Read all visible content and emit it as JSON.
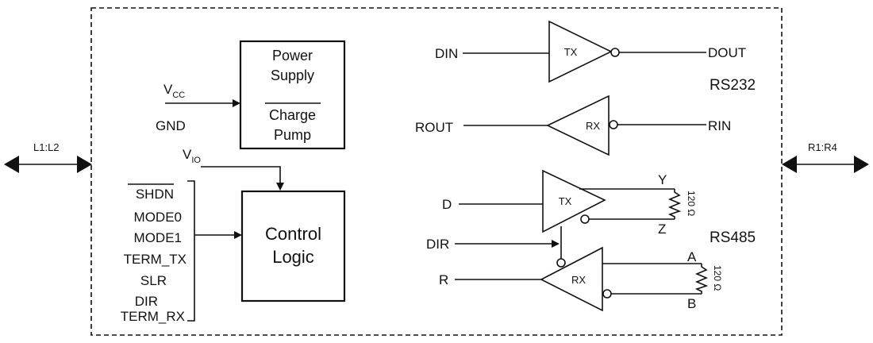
{
  "left_port": "L1:L2",
  "right_port": "R1:R4",
  "power": {
    "line1": "Power",
    "line2": "Supply",
    "line3": "Charge",
    "line4": "Pump",
    "vcc": "V",
    "vcc_sub": "CC",
    "gnd": "GND"
  },
  "control": {
    "vio": "V",
    "vio_sub": "IO",
    "line1": "Control",
    "line2": "Logic",
    "inputs": [
      "SHDN",
      "MODE0",
      "MODE1",
      "TERM_TX",
      "SLR",
      "DIR",
      "TERM_RX"
    ]
  },
  "rs232": {
    "label": "RS232",
    "tx": "TX",
    "rx": "RX",
    "din": "DIN",
    "dout": "DOUT",
    "rout": "ROUT",
    "rin": "RIN"
  },
  "rs485": {
    "label": "RS485",
    "tx": "TX",
    "rx": "RX",
    "d": "D",
    "dir": "DIR",
    "r": "R",
    "y": "Y",
    "z": "Z",
    "a": "A",
    "b": "B",
    "term1": "120 Ω",
    "term2": "120 Ω"
  }
}
